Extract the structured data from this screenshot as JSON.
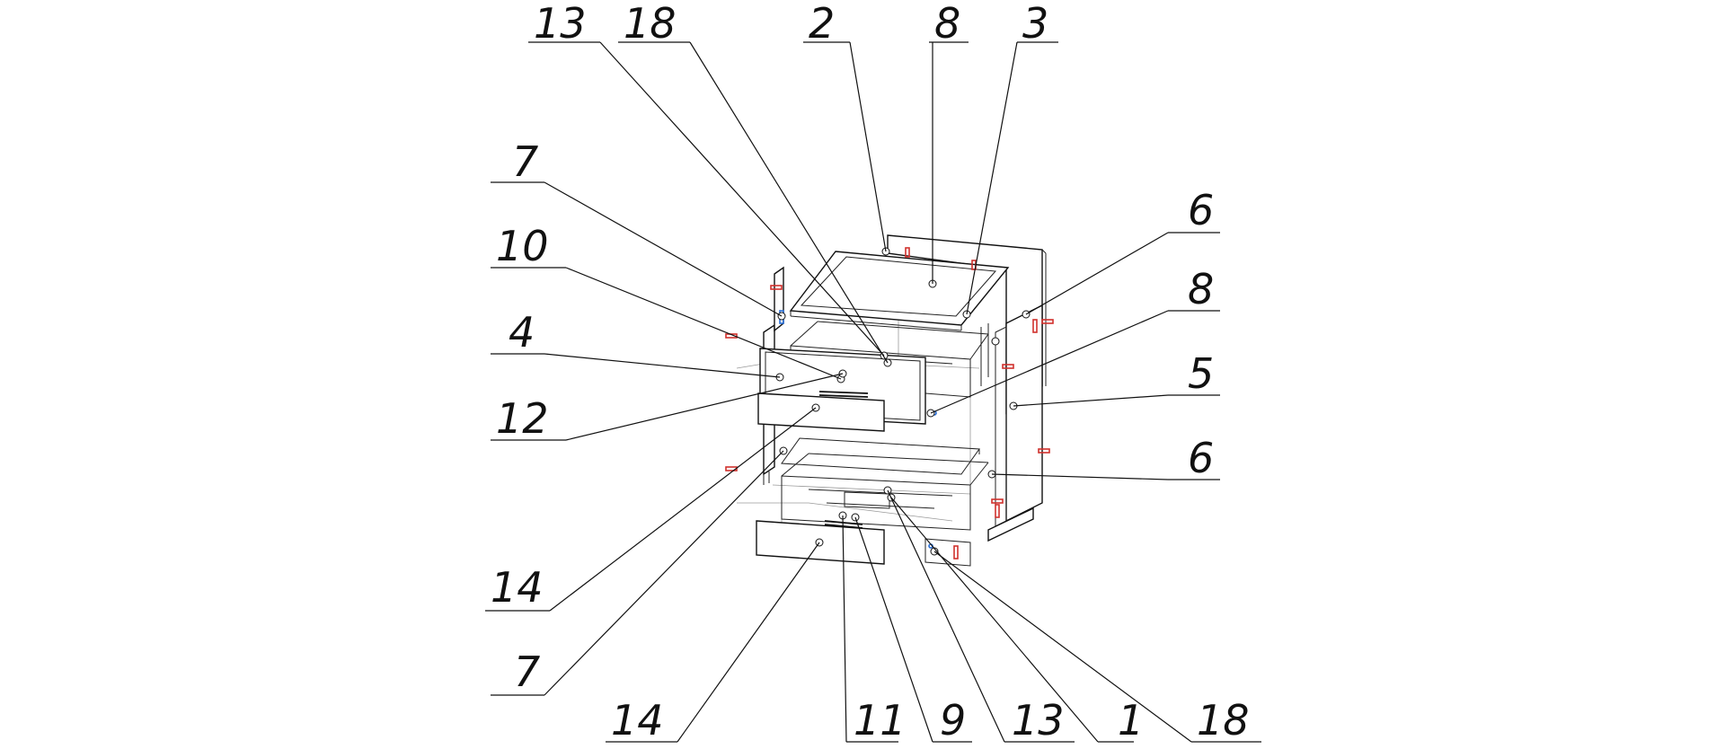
{
  "callouts": [
    {
      "id": "c13-top",
      "label": "13"
    },
    {
      "id": "c18-top",
      "label": "18"
    },
    {
      "id": "c2",
      "label": "2"
    },
    {
      "id": "c8-top",
      "label": "8"
    },
    {
      "id": "c3",
      "label": "3"
    },
    {
      "id": "c7-top",
      "label": "7"
    },
    {
      "id": "c6-top",
      "label": "6"
    },
    {
      "id": "c10",
      "label": "10"
    },
    {
      "id": "c8-right",
      "label": "8"
    },
    {
      "id": "c4",
      "label": "4"
    },
    {
      "id": "c5",
      "label": "5"
    },
    {
      "id": "c12",
      "label": "12"
    },
    {
      "id": "c6-right",
      "label": "6"
    },
    {
      "id": "c14-left",
      "label": "14"
    },
    {
      "id": "c7-bottom",
      "label": "7"
    },
    {
      "id": "c14-bottom",
      "label": "14"
    },
    {
      "id": "c11",
      "label": "11"
    },
    {
      "id": "c9",
      "label": "9"
    },
    {
      "id": "c13-bottom",
      "label": "13"
    },
    {
      "id": "c1",
      "label": "1"
    },
    {
      "id": "c18-bottom",
      "label": "18"
    }
  ],
  "colors": {
    "line": "#111111",
    "hidden_line": "#9a9a9a",
    "fastener_red": "#d0312d",
    "fastener_blue": "#2a6fd6",
    "background": "#ffffff"
  }
}
